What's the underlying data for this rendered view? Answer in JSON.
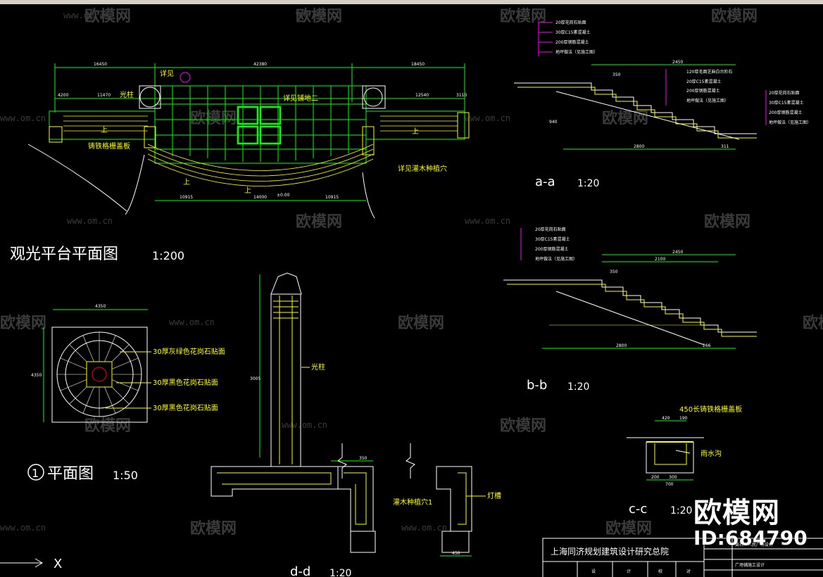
{
  "watermark": {
    "text": "欧模网",
    "url": "www.om.cn"
  },
  "brand": {
    "name": "欧模网",
    "id": "ID:684790"
  },
  "plan": {
    "title": "观光平台平面图",
    "scale": "1:200",
    "dims_top": [
      "16450",
      "42380",
      "18450"
    ],
    "dims_sub": [
      "4200",
      "11470",
      "12540",
      "3110"
    ],
    "dims_bottom": [
      "10915",
      "14000",
      "10915"
    ],
    "labels": {
      "detail": "详见",
      "light_column": "光柱",
      "paving": "详见铺地二",
      "grate": "铸铁格栅盖板",
      "planting": "详见灌木种植穴",
      "up": "上",
      "level": "±0.00"
    }
  },
  "detail1": {
    "title": "平面图",
    "number": "1",
    "scale": "1:50",
    "width": "4350",
    "height": "4350",
    "labels": [
      "30厚灰绿色花岗石贴面",
      "30厚黑色花岗石贴面",
      "30厚黑色花岗石贴面"
    ]
  },
  "section_aa": {
    "title": "a-a",
    "scale": "1:20",
    "layers1": [
      "20厚花岗石贴面",
      "30厚C15素混凝土",
      "200厚钢筋混凝土",
      "地坪做法（见施工图）"
    ],
    "layers2": [
      "120厚毛面芝麻白台阶石",
      "20厚C15素混凝土",
      "200厚钢筋混凝土",
      "地坪做法（见施工图）"
    ],
    "layers3": [
      "20厚花岗石贴面",
      "30厚C15素混凝土",
      "200厚钢筋混凝土",
      "地坪做法（见施工图）"
    ],
    "dims": [
      "2450",
      "350",
      "2800",
      "311",
      "940"
    ]
  },
  "section_bb": {
    "title": "b-b",
    "scale": "1:20",
    "layers": [
      "20厚花岗石贴面",
      "30厚C15素混凝土",
      "200厚钢筋混凝土",
      "地坪做法（见施工图）"
    ],
    "dims": [
      "2450",
      "2100",
      "350",
      "2800",
      "266"
    ]
  },
  "section_cc": {
    "title": "c-c",
    "scale": "1:20",
    "grate": "450长铸铁格栅盖板",
    "drain": "雨水沟",
    "dims": [
      "420",
      "190",
      "200",
      "300",
      "700"
    ]
  },
  "section_dd": {
    "title": "d-d",
    "scale": "1:20",
    "light_column": "光柱",
    "planting": "灌木种植穴1",
    "lamp": "灯槽",
    "dims": [
      "3005",
      "350",
      "450"
    ]
  },
  "title_block": {
    "institute": "上海同济规划建筑设计研究总院",
    "project": "黄石市人民广场设计",
    "drawing": "广场铺施工设计",
    "headers": [
      "设",
      "计",
      "校",
      "对"
    ]
  },
  "axis": {
    "x_label": "X"
  },
  "colors": {
    "background": "#000000",
    "line": "#00ff00",
    "text": "#ffff00",
    "magenta": "#ff00ff",
    "white": "#ffffff",
    "watermark": "#3a3a3a"
  }
}
